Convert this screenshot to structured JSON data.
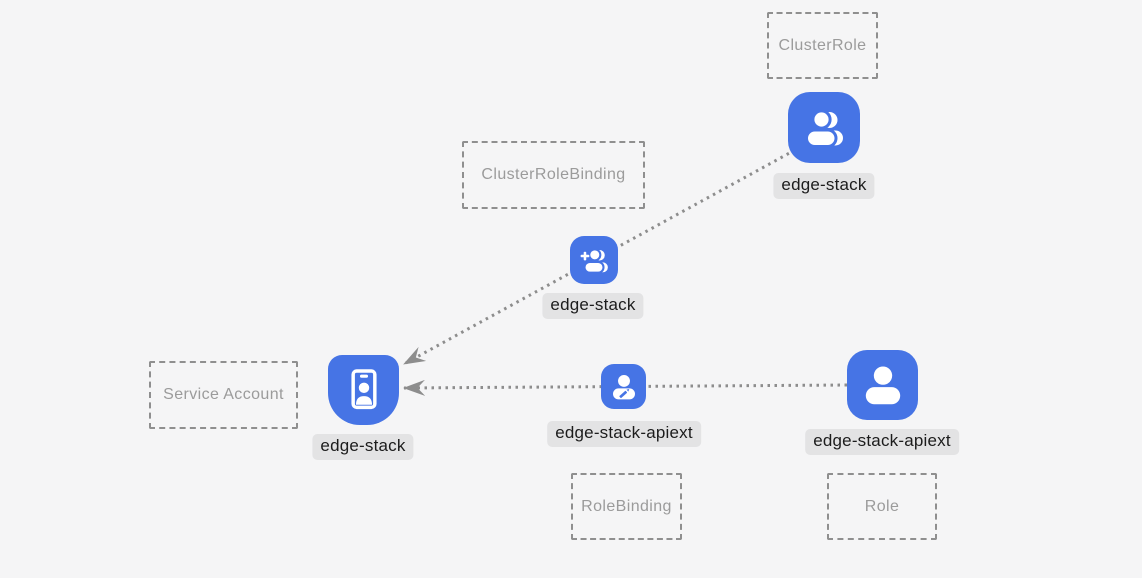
{
  "diagram": {
    "kind": "kubernetes-rbac-relationship-diagram",
    "background_color": "#f5f5f6"
  },
  "colors": {
    "icon_blue": "#4674e5",
    "icon_glyph": "#ffffff",
    "label_bg": "#e3e3e4",
    "label_text": "#1c1c1c",
    "dashed_border": "#8f8f8f",
    "dashed_text": "#9b9b9b",
    "edge_gray": "#8d8d8d"
  },
  "type_boxes": [
    {
      "id": "cluster-role",
      "label": "ClusterRole"
    },
    {
      "id": "cluster-role-binding",
      "label": "ClusterRoleBinding"
    },
    {
      "id": "service-account",
      "label": "Service Account"
    },
    {
      "id": "role-binding",
      "label": "RoleBinding"
    },
    {
      "id": "role",
      "label": "Role"
    }
  ],
  "nodes": [
    {
      "id": "clusterrole-edge-stack",
      "label": "edge-stack",
      "icon": "users-icon",
      "group": "ClusterRole"
    },
    {
      "id": "clusterrolebinding-edge-stack",
      "label": "edge-stack",
      "icon": "user-plus-icon",
      "group": "ClusterRoleBinding"
    },
    {
      "id": "serviceaccount-edge-stack",
      "label": "edge-stack",
      "icon": "id-badge-icon",
      "group": "Service Account"
    },
    {
      "id": "rolebinding-edge-stack-apiext",
      "label": "edge-stack-apiext",
      "icon": "user-edit-icon",
      "group": "RoleBinding"
    },
    {
      "id": "role-edge-stack-apiext",
      "label": "edge-stack-apiext",
      "icon": "user-icon",
      "group": "Role"
    }
  ],
  "edges": [
    {
      "from": "clusterrole-edge-stack",
      "to": "serviceaccount-edge-stack",
      "style": "dotted",
      "arrow": "dart-into-target"
    },
    {
      "from": "role-edge-stack-apiext",
      "to": "serviceaccount-edge-stack",
      "style": "dotted",
      "arrow": "dart-into-target"
    }
  ]
}
